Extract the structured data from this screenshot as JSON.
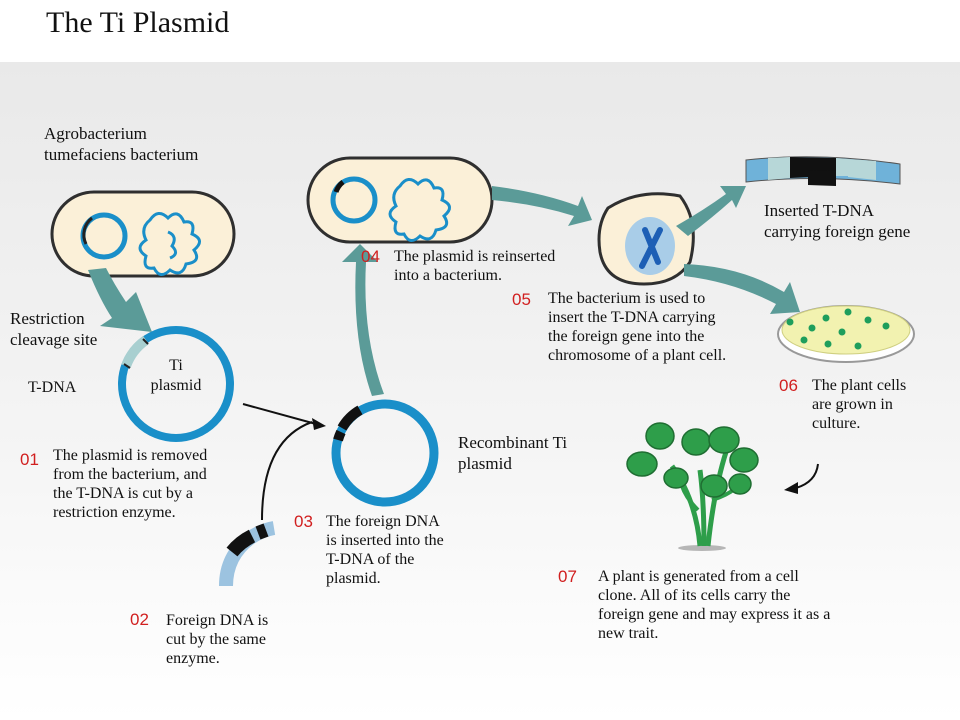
{
  "title": "The Ti Plasmid",
  "labels": {
    "agrobacterium": [
      "Agrobacterium",
      "tumefaciens bacterium"
    ],
    "restriction": [
      "Restriction",
      "cleavage site"
    ],
    "tdna": "T-DNA",
    "ti_plasmid": [
      "Ti",
      "plasmid"
    ],
    "recombinant": [
      "Recombinant Ti",
      "plasmid"
    ],
    "inserted": [
      "Inserted T-DNA",
      "carrying foreign gene"
    ]
  },
  "steps": [
    {
      "num": "01",
      "lines": [
        "The plasmid is removed",
        "from the bacterium, and",
        "the T-DNA is cut by a",
        "restriction enzyme."
      ]
    },
    {
      "num": "02",
      "lines": [
        "Foreign DNA is",
        "cut by the same",
        "enzyme."
      ]
    },
    {
      "num": "03",
      "lines": [
        "The foreign DNA",
        "is inserted into the",
        "T-DNA of the",
        "plasmid."
      ]
    },
    {
      "num": "04",
      "lines": [
        "The plasmid is reinserted",
        "into a bacterium."
      ]
    },
    {
      "num": "05",
      "lines": [
        "The bacterium is used to",
        "insert the T-DNA carrying",
        "the foreign gene into the",
        "chromosome of a plant cell."
      ]
    },
    {
      "num": "06",
      "lines": [
        "The plant cells",
        "are grown in",
        "culture."
      ]
    },
    {
      "num": "07",
      "lines": [
        "A plant is generated from a cell",
        "clone. All of its cells carry the",
        "foreign gene and may express it as a",
        "new trait."
      ]
    }
  ],
  "colors": {
    "plasmid_blue": "#1a8fc9",
    "arrow_teal": "#5b9b98",
    "bacterium_fill": "#fbf0d8",
    "petri_fill": "#f2f2b0",
    "colony_green": "#1e9e5c",
    "leaf_green": "#2e9e4a",
    "step_number": "#d11f1f"
  }
}
